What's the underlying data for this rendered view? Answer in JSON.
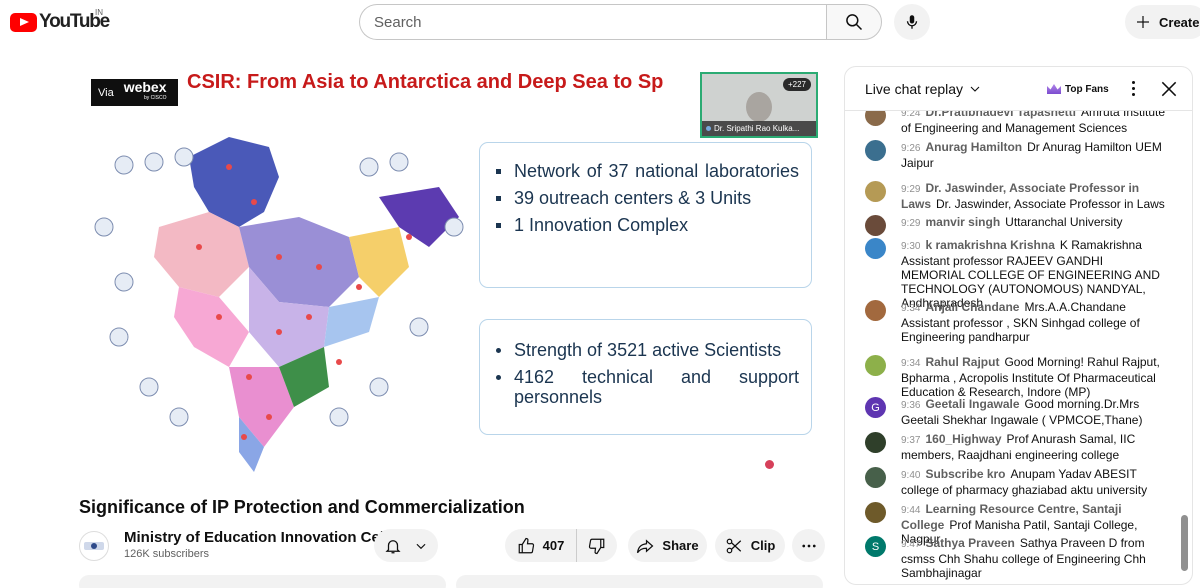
{
  "header": {
    "logo_text": "YouTube",
    "country": "IN",
    "search_placeholder": "Search",
    "create_label": "Create",
    "icons": [
      "search-icon",
      "mic-icon",
      "plus-icon"
    ]
  },
  "slide": {
    "webex_via": "Via",
    "webex_brand": "webex",
    "webex_by": "by CISCO",
    "title": "CSIR: From Asia to Antarctica and Deep Sea to Sp",
    "cam_name": "Dr. Sripathi Rao Kulka...",
    "cam_count": "+227",
    "box1": [
      "Network of 37 national laboratories",
      "39 outreach centers & 3 Units",
      "1 Innovation Complex"
    ],
    "box2": [
      "Strength of 3521 active Scientists",
      "4162 technical and support personnels"
    ],
    "colors": {
      "title": "#c71a1a",
      "bullet_text": "#1b3550"
    }
  },
  "video": {
    "title": "Significance of IP Protection and Commercialization",
    "channel_name": "Ministry of Education Innovation Cell",
    "subscribers": "126K subscribers",
    "likes": "407",
    "share_label": "Share",
    "clip_label": "Clip"
  },
  "chat": {
    "title": "Live chat replay",
    "top_fans_label": "Top Fans",
    "messages": [
      {
        "time": "9:24",
        "author": "Dr.Pratibhadevi Tapashetti",
        "text": "Amruta Institute of Engineering and Management Sciences",
        "avatar_color": "#8a6a4a",
        "initial": ""
      },
      {
        "time": "9:26",
        "author": "Anurag Hamilton",
        "text": "Dr Anurag Hamilton UEM Jaipur",
        "avatar_color": "#3b6f8f",
        "initial": ""
      },
      {
        "time": "9:29",
        "author": "Dr. Jaswinder, Associate Professor in Laws",
        "text": "Dr. Jaswinder, Associate Professor in Laws",
        "avatar_color": "#b59a55",
        "initial": ""
      },
      {
        "time": "9:29",
        "author": "manvir singh",
        "text": "Uttaranchal University",
        "avatar_color": "#6a4b3a",
        "initial": ""
      },
      {
        "time": "9:30",
        "author": "k ramakrishna Krishna",
        "text": "K Ramakrishna Assistant professor RAJEEV GANDHI MEMORIAL COLLEGE OF ENGINEERING AND TECHNOLOGY (AUTONOMOUS) NANDYAL, Andhrapradesh",
        "avatar_color": "#3a86c8",
        "initial": ""
      },
      {
        "time": "9:34",
        "author": "Anjali Chandane",
        "text": "Mrs.A.A.Chandane Assistant professor , SKN Sinhgad college of Engineering pandharpur",
        "avatar_color": "#a2693e",
        "initial": ""
      },
      {
        "time": "9:34",
        "author": "Rahul Rajput",
        "text": "Good Morning! Rahul Rajput, Bpharma , Acropolis Institute Of Pharmaceutical Education & Research, Indore (MP)",
        "avatar_color": "#8db04a",
        "initial": ""
      },
      {
        "time": "9:36",
        "author": "Geetali Ingawale",
        "text": "Good morning.Dr.Mrs Geetali Shekhar Ingawale ( VPMCOE,Thane)",
        "avatar_color": "#5e35b1",
        "initial": "G"
      },
      {
        "time": "9:37",
        "author": "160_Highway",
        "text": "Prof Anurash Samal, IIC members, Raajdhani engineering college",
        "avatar_color": "#2f3f2a",
        "initial": ""
      },
      {
        "time": "9:40",
        "author": "Subscribe kro",
        "text": "Anupam Yadav ABESIT college of pharmacy ghaziabad aktu university",
        "avatar_color": "#47604a",
        "initial": ""
      },
      {
        "time": "9:44",
        "author": "Learning Resource Centre, Santaji College",
        "text": "Prof Manisha Patil, Santaji College, Nagpur",
        "avatar_color": "#6e5a2a",
        "initial": ""
      },
      {
        "time": "9:47",
        "author": "Sathya Praveen",
        "text": "Sathya Praveen D from csmss Chh Shahu college of Engineering Chh Sambhajinagar",
        "avatar_color": "#00796b",
        "initial": "S"
      }
    ]
  }
}
